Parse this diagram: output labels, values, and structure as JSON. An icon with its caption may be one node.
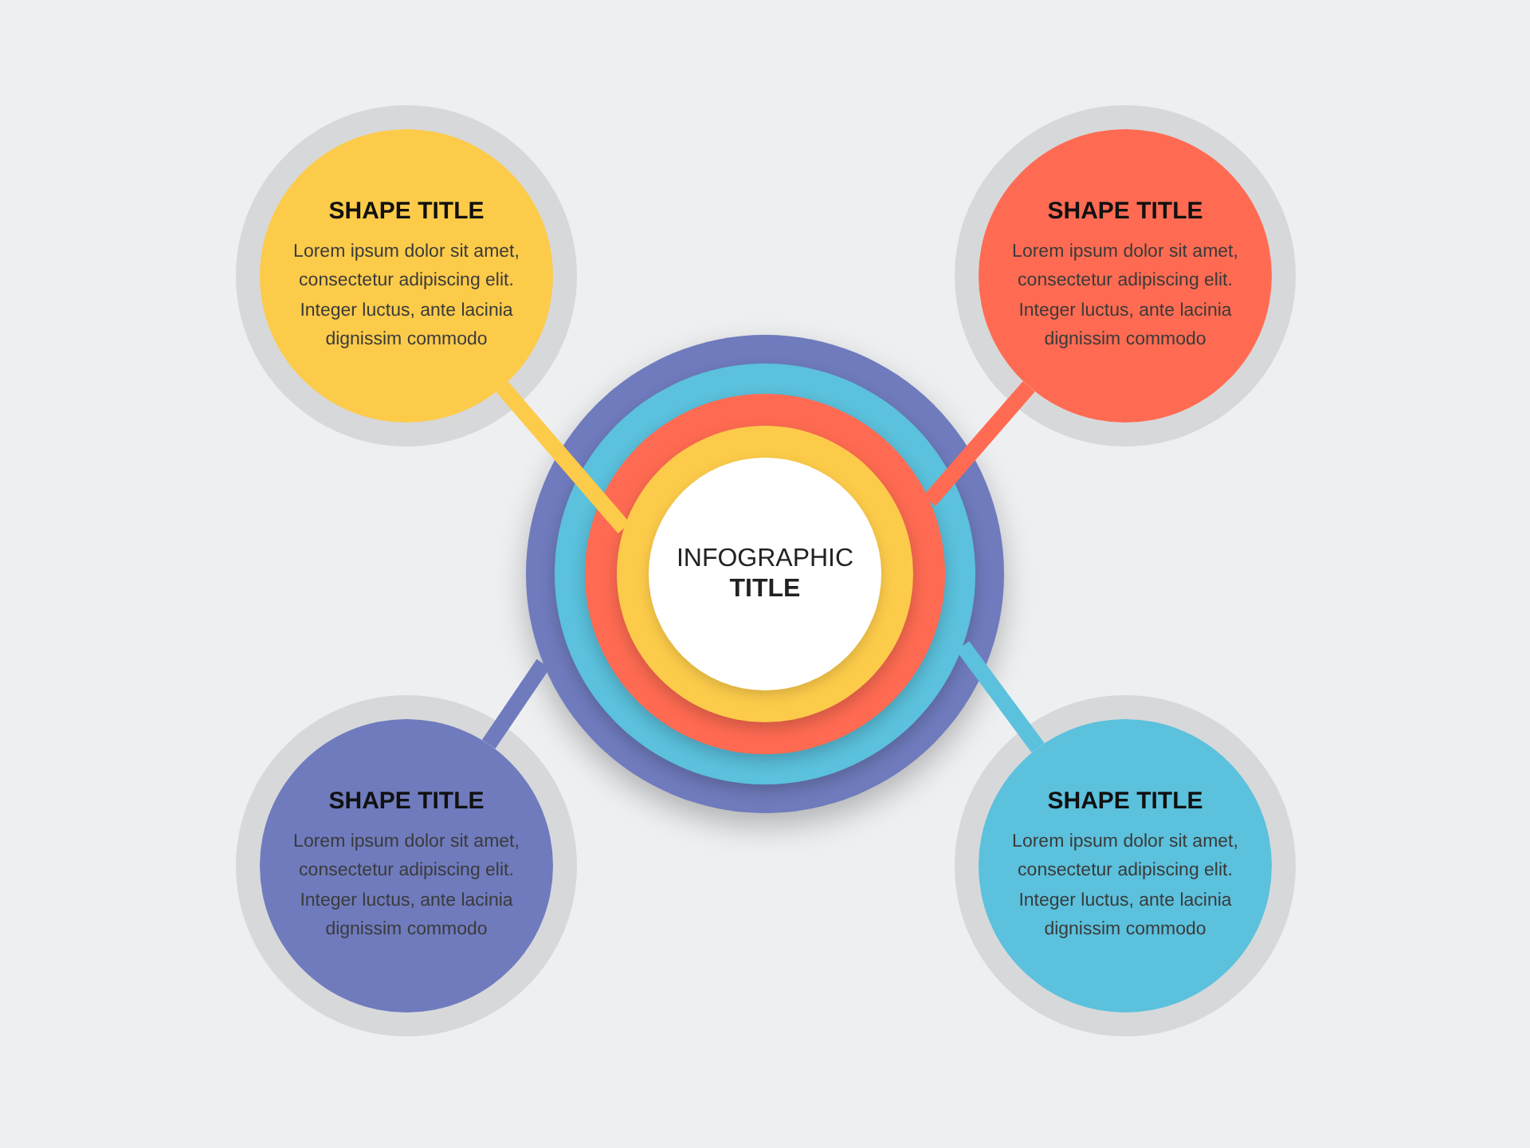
{
  "diagram": {
    "nodes": [
      {
        "text": [],
        "shape": "circle"
      },
      {
        "text": [],
        "shape": "circle",
        "in": 0
      },
      {
        "text": [],
        "shape": "circle",
        "in": 1
      },
      {
        "text": [],
        "shape": "circle",
        "in": 2
      },
      {
        "text": [
          "INFOGRAPHIC **TITLE**"
        ],
        "in": 3
      },
      {
        "text": [
          "SHAPE TITLE",
          "Lorem ipsum dolor sit amet, consectetur adipiscing elit. Integer luctus, ante lacinia dignissim commodo"
        ]
      },
      {
        "text": [
          "SHAPE TITLE",
          "Lorem ipsum dolor sit amet, consectetur adipiscing elit. Integer luctus, ante lacinia dignissim commodo"
        ]
      },
      {
        "text": [
          "SHAPE TITLE",
          "Lorem ipsum dolor sit amet, consectetur adipiscing elit. Integer luctus, ante lacinia dignissim commodo"
        ]
      },
      {
        "text": [
          "SHAPE TITLE",
          "Lorem ipsum dolor sit amet, consectetur adipiscing elit. Integer luctus, ante lacinia dignissim commodo"
        ]
      }
    ],
    "edges": [
      {
        "from": 3,
        "to": 5,
        "arrow": "none",
        "color": "#fccb4a"
      },
      {
        "from": 2,
        "to": 6,
        "arrow": "none",
        "color": "#ff6b52"
      },
      {
        "from": 0,
        "to": 7,
        "arrow": "none",
        "color": "#6f7bbd"
      },
      {
        "from": 1,
        "to": 8,
        "arrow": "none",
        "color": "#5bc1dd"
      }
    ]
  }
}
